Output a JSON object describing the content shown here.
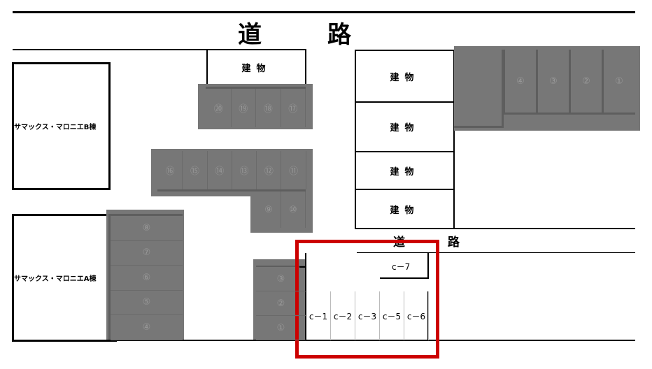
{
  "road_top": "道　路",
  "road_mid": "道　路",
  "buildings": {
    "label": "建物"
  },
  "mansion_b": "サマックス・マロニエB棟",
  "mansion_a": "サマックス・マロニエA棟",
  "spots_top_row": [
    "⑳",
    "⑲",
    "⑱",
    "⑰"
  ],
  "spots_mid_row": [
    "⑯",
    "⑮",
    "⑭",
    "⑬",
    "⑫",
    "⑪"
  ],
  "spots_mid_low": [
    "⑨",
    "⑩"
  ],
  "spots_a_column": [
    "⑧",
    "⑦",
    "⑥",
    "⑤",
    "④"
  ],
  "spots_small_column": [
    "③",
    "②",
    "①"
  ],
  "spots_right_row": [
    "④",
    "③",
    "②",
    "①"
  ],
  "c_spots": [
    "c－1",
    "c－2",
    "c－3",
    "c－5",
    "c－6"
  ],
  "c7": "c－7",
  "colors": {
    "highlight": "#cc0000",
    "parking": "#777777"
  }
}
